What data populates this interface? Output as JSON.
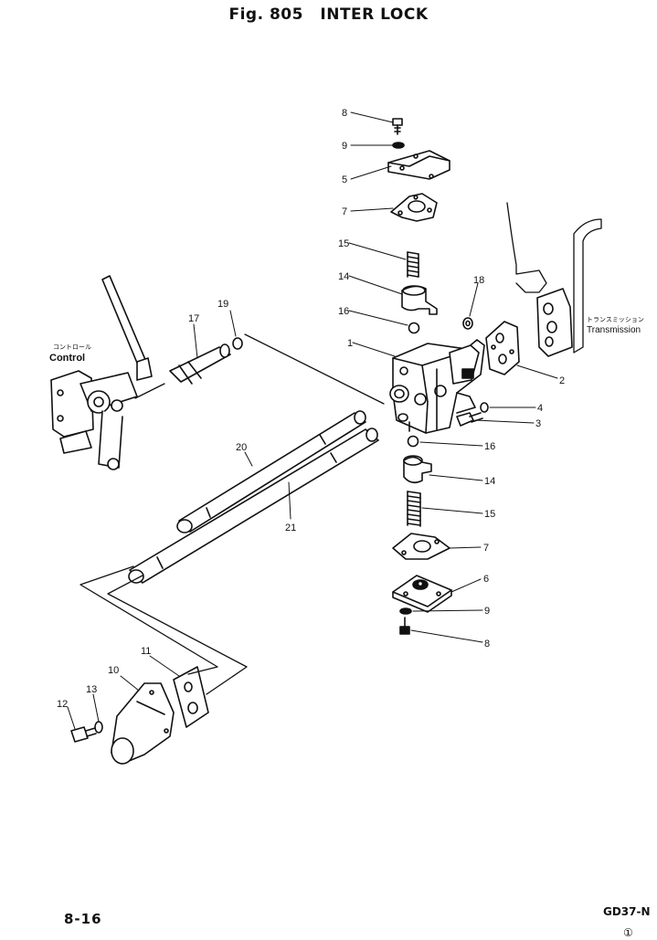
{
  "header": {
    "fig_label": "Fig. 805",
    "fig_title": "INTER LOCK"
  },
  "footer": {
    "page_number": "8-16",
    "model": "GD37-N",
    "revision": "①"
  },
  "labels": {
    "control_jp": "コントロール",
    "control_en": "Control",
    "transmission_jp": "トランスミッション",
    "transmission_en": "Transmission"
  },
  "callouts": [
    "8",
    "9",
    "5",
    "7",
    "15",
    "14",
    "16",
    "1",
    "18",
    "2",
    "4",
    "3",
    "16",
    "14",
    "15",
    "7",
    "6",
    "9",
    "8",
    "19",
    "17",
    "20",
    "21",
    "10",
    "11",
    "12",
    "13"
  ],
  "colors": {
    "ink": "#111111",
    "paper": "#ffffff"
  }
}
